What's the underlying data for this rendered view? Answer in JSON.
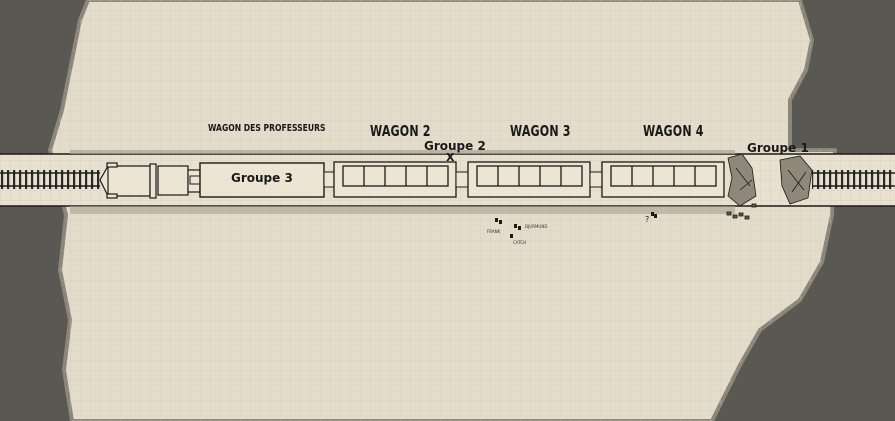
{
  "map": {
    "colors": {
      "paper": "#e3dccb",
      "grid": "#cfc7b3",
      "rock": "#5a5852",
      "wagon_fill": "#ece5d4",
      "ink": "#1a1a1a"
    },
    "wagon_labels": {
      "professeurs": "WAGON DES PROFESSEURS",
      "wagon2": "WAGON 2",
      "wagon3": "WAGON 3",
      "wagon4": "WAGON 4"
    },
    "groups": {
      "g1": "Groupe 1",
      "g2": "Groupe 2",
      "g3": "Groupe 3"
    },
    "markers": {
      "x_mark": "X",
      "question_mark": "?"
    },
    "tokens": {
      "a": "FRANK",
      "b": "DJURMUND",
      "c": "CATCH"
    }
  }
}
